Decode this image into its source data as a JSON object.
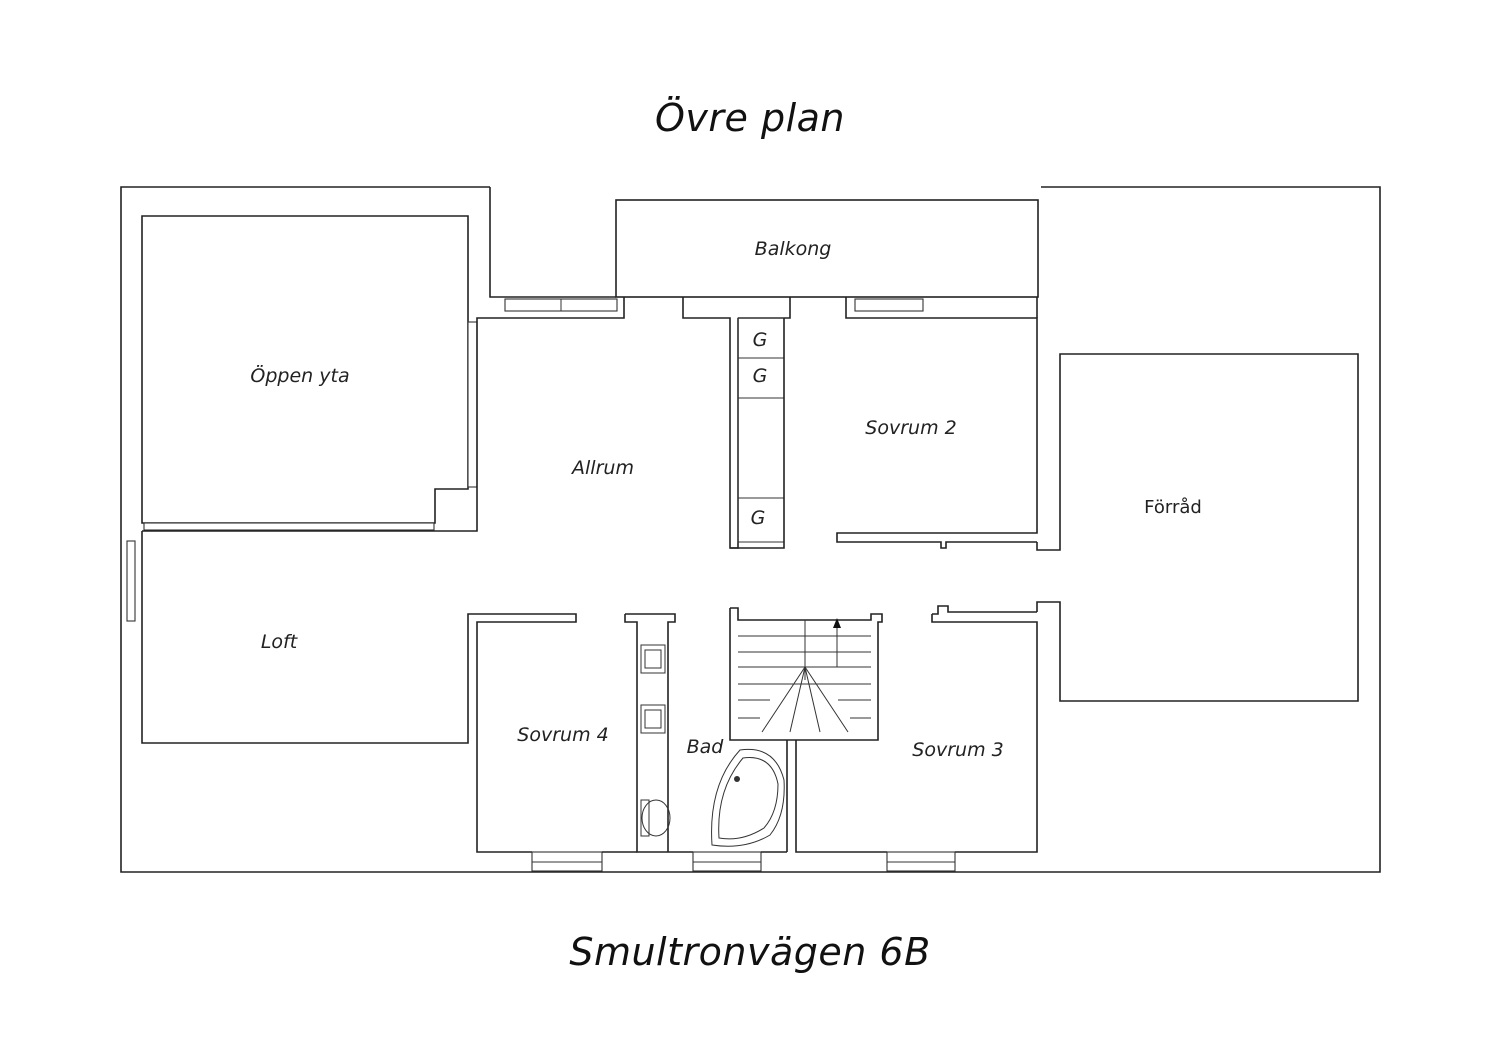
{
  "header": {
    "title": "Övre plan"
  },
  "footer": {
    "address": "Smultronvägen 6B"
  },
  "rooms": {
    "balkong": "Balkong",
    "oppen_yta": "Öppen yta",
    "allrum": "Allrum",
    "sovrum_2": "Sovrum 2",
    "forrad": "Förråd",
    "loft": "Loft",
    "sovrum_4": "Sovrum 4",
    "bad": "Bad",
    "sovrum_3": "Sovrum 3"
  },
  "closets": [
    "G",
    "G",
    "G"
  ]
}
